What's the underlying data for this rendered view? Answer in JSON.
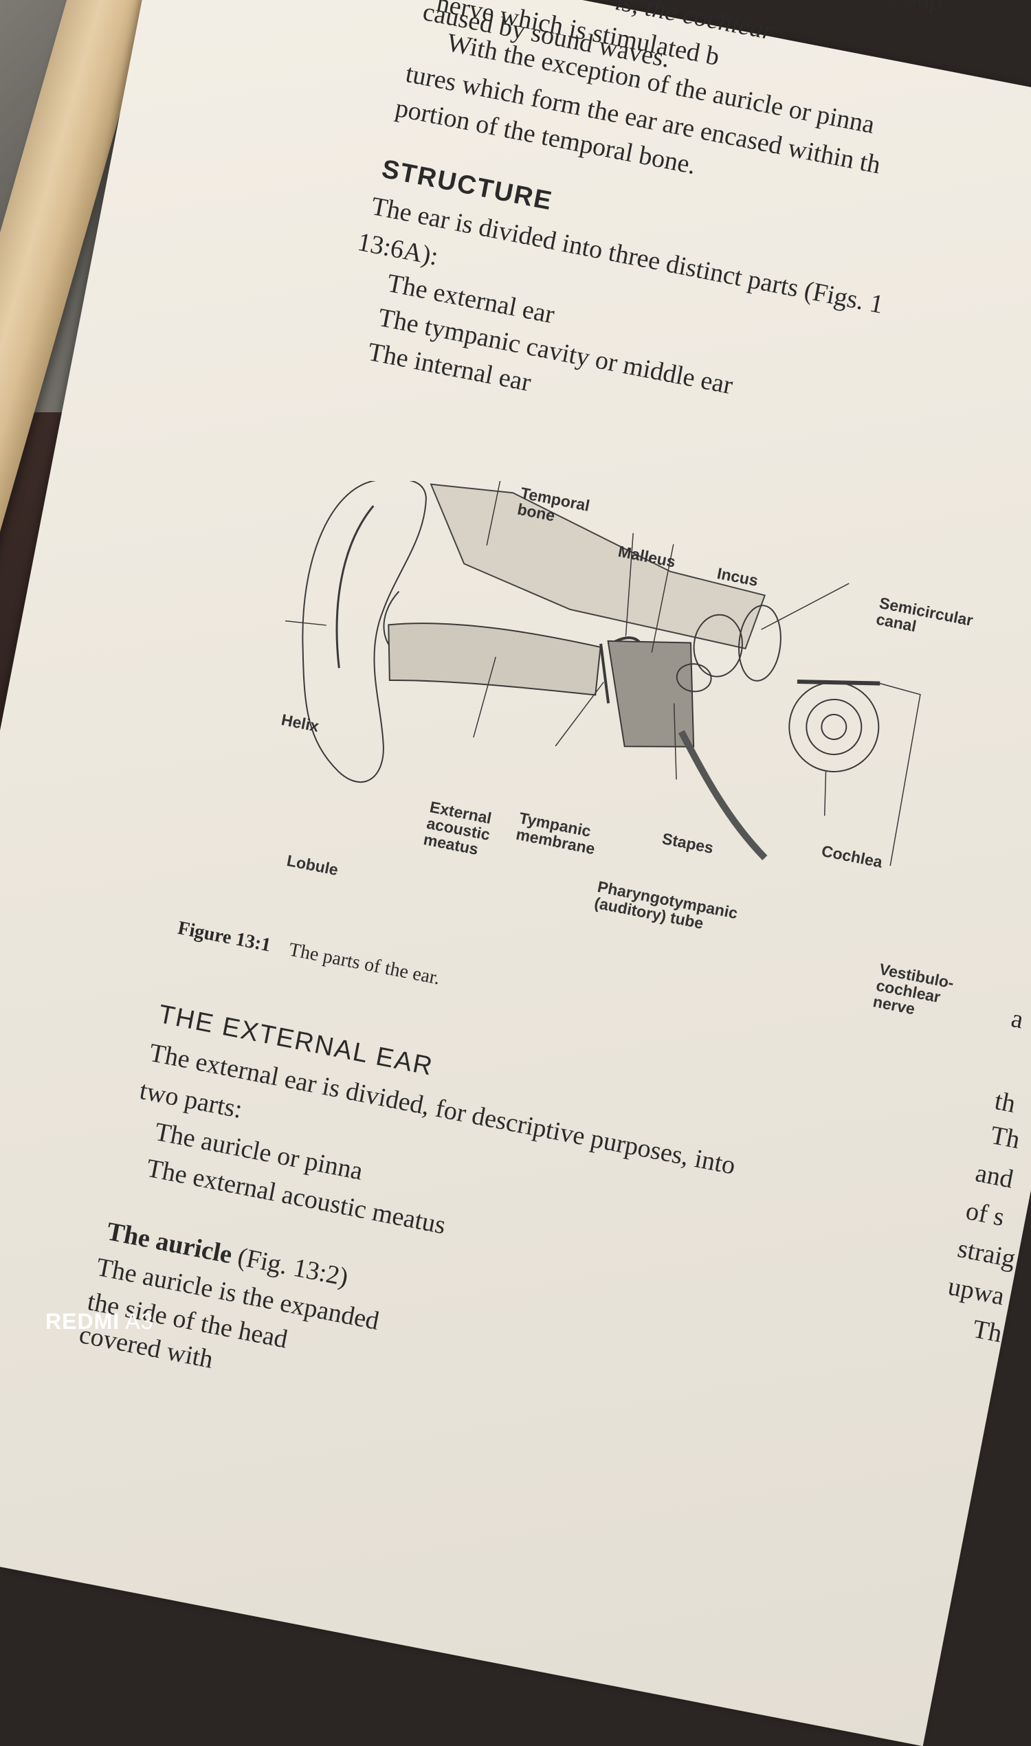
{
  "page": {
    "top_fragments": {
      "f1": "is, the cochlear",
      "f2": "is sup",
      "f3": "nerve which is stimulated b",
      "f4": "caused by sound waves."
    },
    "intro": {
      "line1": "With the exception of the auricle or pinna",
      "line2": "tures which form the ear are encased within th",
      "line3": "portion of the temporal bone."
    },
    "structure": {
      "heading": "STRUCTURE",
      "line1": "The ear is divided into three distinct parts (Figs. 1",
      "line2": "13:6A):",
      "items": [
        "The external ear",
        "The tympanic cavity or middle ear",
        "The internal ear"
      ]
    },
    "figure": {
      "labels": {
        "temporal_bone": "Temporal\nbone",
        "malleus": "Malleus",
        "incus": "Incus",
        "semicircular_canal": "Semicircular\ncanal",
        "helix": "Helix",
        "lobule": "Lobule",
        "external_acoustic_meatus": "External\nacoustic\nmeatus",
        "tympanic_membrane": "Tympanic\nmembrane",
        "stapes": "Stapes",
        "cochlea": "Cochlea",
        "pharyngotympanic_tube": "Pharyngotympanic\n(auditory) tube",
        "vestibulocochlear_nerve": "Vestibulo-\ncochlear\nnerve"
      },
      "caption_number": "Figure 13:1",
      "caption_text": "The parts of the ear."
    },
    "external_ear": {
      "heading": "THE EXTERNAL EAR",
      "line1": "The external ear is divided, for descriptive purposes, into",
      "line2": "two parts:",
      "items": [
        "The auricle or pinna",
        "The external acoustic meatus"
      ]
    },
    "auricle": {
      "heading": "The auricle",
      "ref": "(Fig. 13:2)",
      "line1": "The auricle is the expanded",
      "line2": "the side of the head",
      "line3": "covered with"
    },
    "right_column_fragments": [
      "a",
      "th",
      "Th",
      "and",
      "of s",
      "straig",
      "upwa",
      "Th"
    ]
  },
  "watermark": {
    "brand": "REDMI",
    "model": "A3"
  },
  "colors": {
    "paper": "#efeae1",
    "ink": "#2a2a2a",
    "book_edge": "#dcc39c"
  }
}
